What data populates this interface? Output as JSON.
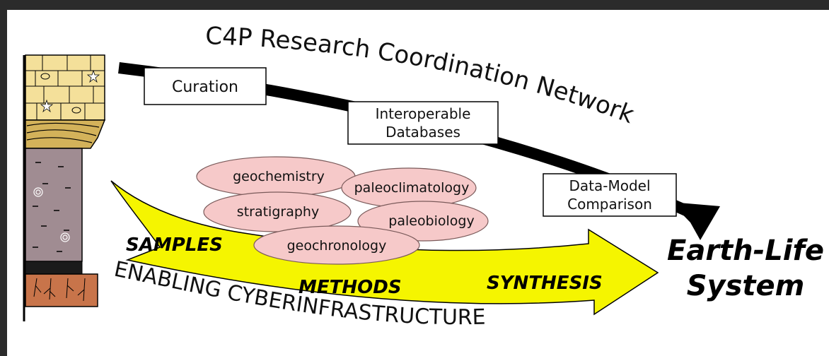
{
  "network_title": "C4P Research Coordination Network",
  "steps": [
    "Curation",
    "Interoperable",
    "Databases",
    "Data-Model",
    "Comparison"
  ],
  "methods": [
    "geochemistry",
    "paleoclimatology",
    "stratigraphy",
    "paleobiology",
    "geochronology"
  ],
  "flow": {
    "samples": "SAMPLES",
    "methods": "METHODS",
    "synthesis": "SYNTHESIS"
  },
  "enabling": "ENABLING CYBERINFRASTRUCTURE",
  "outcome": {
    "line1": "Earth-Life",
    "line2": "System"
  },
  "colors": {
    "yellow_arrow": "#f5f500",
    "ellipse_fill": "#f6c9c9",
    "limestone": "#f4e09a",
    "sandstone": "#d3b25a",
    "mudstone": "#a08c92",
    "soil": "#c8744a"
  }
}
